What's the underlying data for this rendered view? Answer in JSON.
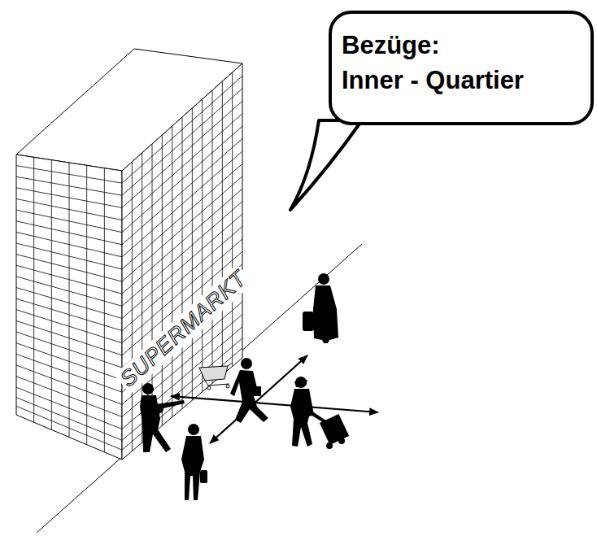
{
  "diagram": {
    "nodes": [
      {
        "text": [
          "Bezüge:",
          "Inner - Quartier"
        ]
      }
    ],
    "labels": [
      "SUPERMARKT"
    ]
  }
}
